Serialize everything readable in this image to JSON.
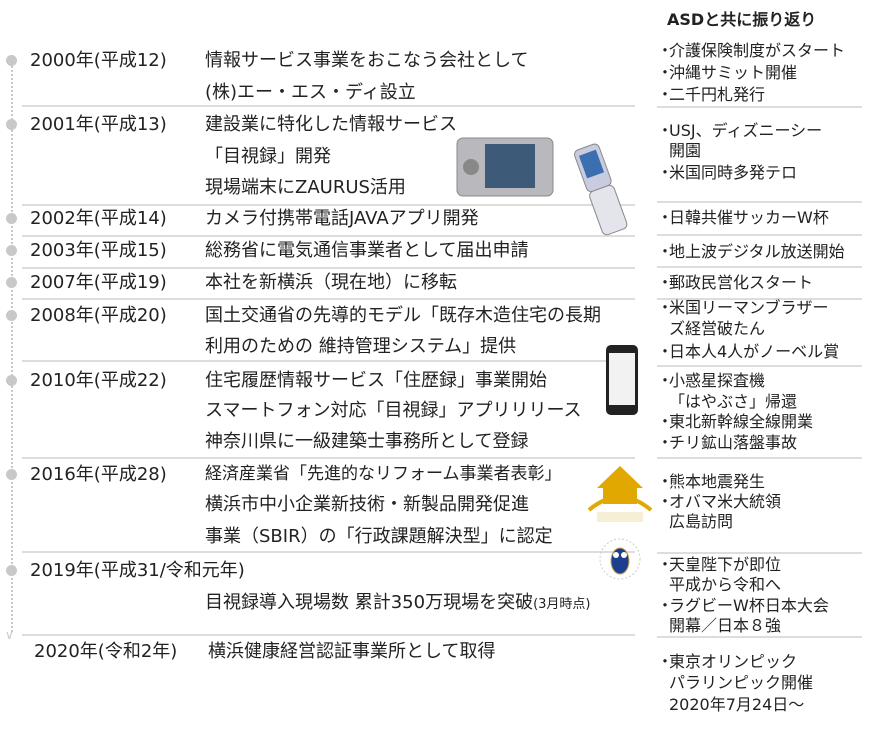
{
  "header": {
    "title": "ASDと共に振り返り"
  },
  "rows": [
    {
      "year": "2000年(平成12)",
      "lines": [
        "情報サービス事業をおこなう会社として",
        "(株)エー・エス・ディ設立"
      ],
      "notes": [
        "介護保険制度がスタート",
        "沖縄サミット開催",
        "二千円札発行"
      ]
    },
    {
      "year": "2001年(平成13)",
      "lines": [
        "建設業に特化した情報サービス",
        "「目視録」開発",
        "現場端末にZAURUS活用"
      ],
      "notes": [
        "USJ、ディズニーシー",
        "開園",
        "米国同時多発テロ"
      ]
    },
    {
      "year": "2002年(平成14)",
      "lines": [
        "カメラ付携帯電話JAVAアプリ開発"
      ],
      "notes": [
        "日韓共催サッカーW杯"
      ]
    },
    {
      "year": "2003年(平成15)",
      "lines": [
        "総務省に電気通信事業者として届出申請"
      ],
      "notes": [
        "地上波デジタル放送開始"
      ]
    },
    {
      "year": "2007年(平成19)",
      "lines": [
        "本社を新横浜（現在地）に移転"
      ],
      "notes": [
        "郵政民営化スタート"
      ]
    },
    {
      "year": "2008年(平成20)",
      "lines": [
        "国土交通省の先導的モデル「既存木造住宅の長期",
        "利用のための 維持管理システム」提供"
      ],
      "notes": [
        "米国リーマンブラザー",
        "ズ経営破たん",
        "日本人4人がノーベル賞"
      ]
    },
    {
      "year": "2010年(平成22)",
      "lines": [
        "住宅履歴情報サービス「住歴録」事業開始",
        "スマートフォン対応「目視録」アプリリリース",
        "神奈川県に一級建築士事務所として登録"
      ],
      "notes": [
        "小惑星探査機",
        "「はやぶさ」帰還",
        "東北新幹線全線開業",
        "チリ鉱山落盤事故"
      ]
    },
    {
      "year": "2016年(平成28)",
      "lines": [
        "経済産業省「先進的なリフォーム事業者表彰」",
        "横浜市中小企業新技術・新製品開発促進",
        "事業（SBIR）の「行政課題解決型」に認定"
      ],
      "notes": [
        "熊本地震発生",
        "オバマ米大統領",
        "広島訪問"
      ]
    },
    {
      "year": "2019年(平成31/令和元年)",
      "lines": [
        "目視録導入現場数 累計350万現場を突破",
        "(3月時点)"
      ],
      "notes": [
        "天皇陛下が即位",
        "平成から令和へ",
        "ラグビーW杯日本大会",
        "開幕／日本８強"
      ]
    },
    {
      "year": "2020年(令和2年)",
      "lines": [
        "横浜健康経営認証事業所として取得"
      ],
      "notes": [
        "東京オリンピック",
        "パラリンピック開催",
        "2020年7月24日～"
      ]
    }
  ],
  "bullet": "・",
  "colors": {
    "divider": "#dddddd",
    "dot": "#c8c8c8",
    "gold": "#e0a800",
    "owl": "#1d3f8f"
  }
}
